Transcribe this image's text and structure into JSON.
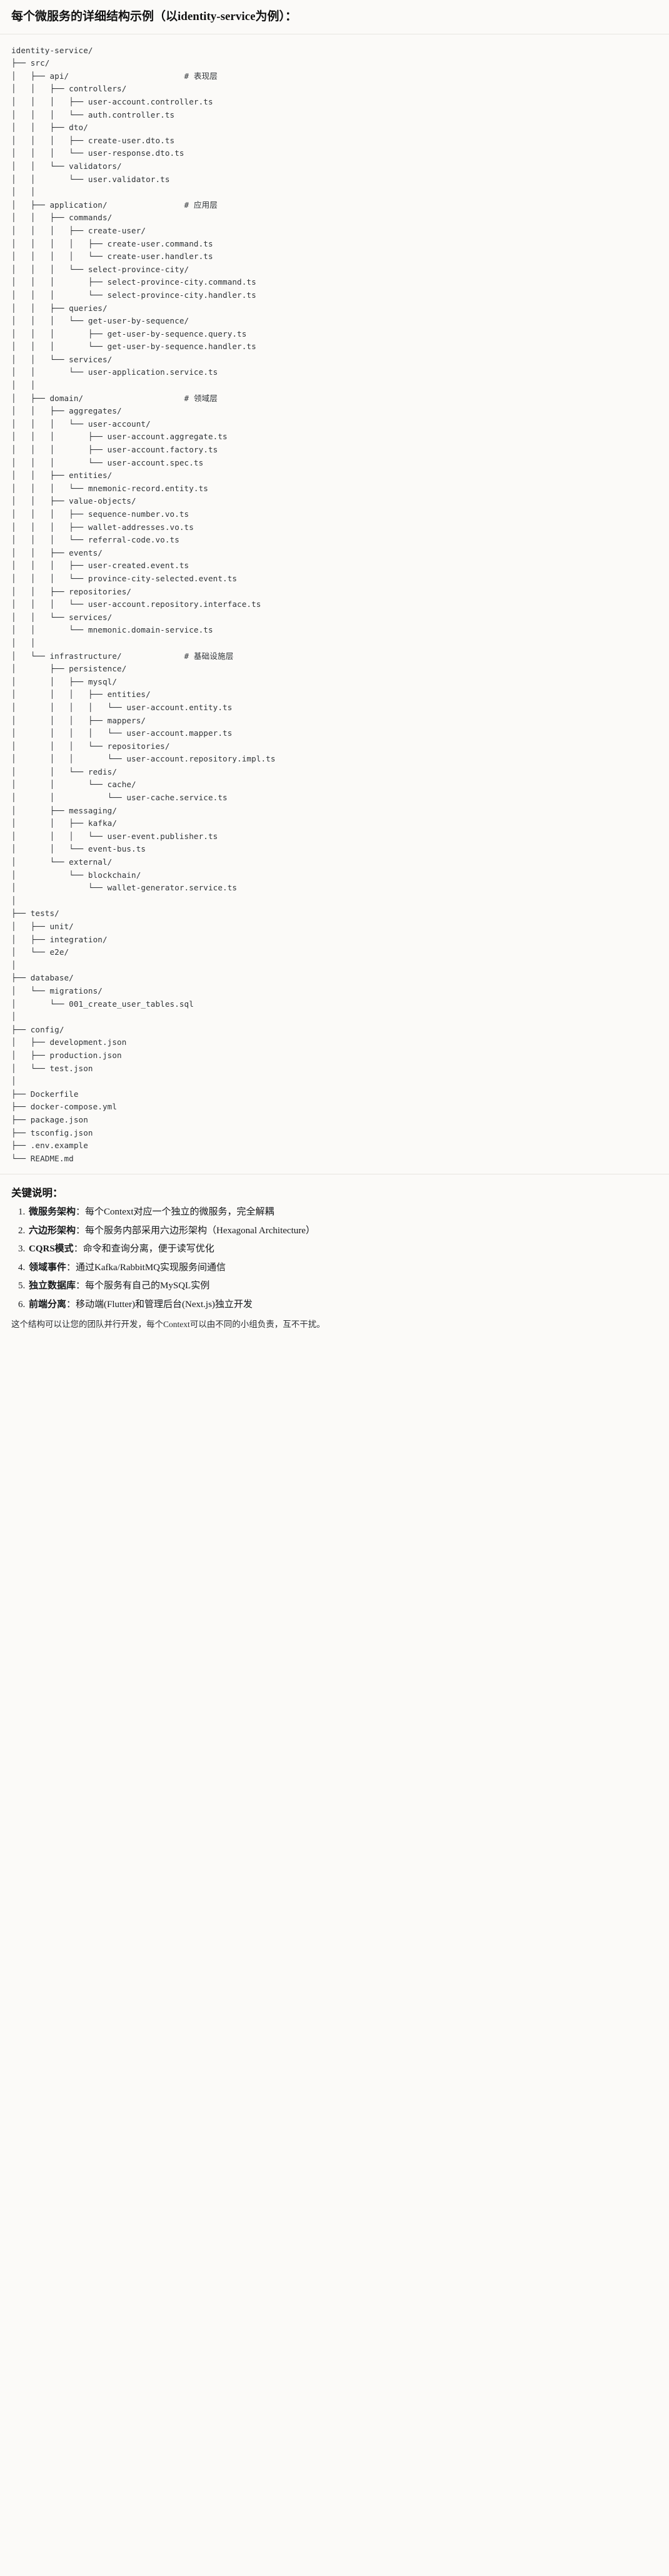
{
  "header": {
    "title": "每个微服务的详细结构示例（以identity-service为例）："
  },
  "tree": {
    "root_label": "identity-service/",
    "text": "identity-service/\n├── src/\n│   ├── api/                        # 表现层\n│   │   ├── controllers/\n│   │   │   ├── user-account.controller.ts\n│   │   │   └── auth.controller.ts\n│   │   ├── dto/\n│   │   │   ├── create-user.dto.ts\n│   │   │   └── user-response.dto.ts\n│   │   └── validators/\n│   │       └── user.validator.ts\n│   │\n│   ├── application/                # 应用层\n│   │   ├── commands/\n│   │   │   ├── create-user/\n│   │   │   │   ├── create-user.command.ts\n│   │   │   │   └── create-user.handler.ts\n│   │   │   └── select-province-city/\n│   │   │       ├── select-province-city.command.ts\n│   │   │       └── select-province-city.handler.ts\n│   │   ├── queries/\n│   │   │   └── get-user-by-sequence/\n│   │   │       ├── get-user-by-sequence.query.ts\n│   │   │       └── get-user-by-sequence.handler.ts\n│   │   └── services/\n│   │       └── user-application.service.ts\n│   │\n│   ├── domain/                     # 领域层\n│   │   ├── aggregates/\n│   │   │   └── user-account/\n│   │   │       ├── user-account.aggregate.ts\n│   │   │       ├── user-account.factory.ts\n│   │   │       └── user-account.spec.ts\n│   │   ├── entities/\n│   │   │   └── mnemonic-record.entity.ts\n│   │   ├── value-objects/\n│   │   │   ├── sequence-number.vo.ts\n│   │   │   ├── wallet-addresses.vo.ts\n│   │   │   └── referral-code.vo.ts\n│   │   ├── events/\n│   │   │   ├── user-created.event.ts\n│   │   │   └── province-city-selected.event.ts\n│   │   ├── repositories/\n│   │   │   └── user-account.repository.interface.ts\n│   │   └── services/\n│   │       └── mnemonic.domain-service.ts\n│   │\n│   └── infrastructure/             # 基础设施层\n│       ├── persistence/\n│       │   ├── mysql/\n│       │   │   ├── entities/\n│       │   │   │   └── user-account.entity.ts\n│       │   │   ├── mappers/\n│       │   │   │   └── user-account.mapper.ts\n│       │   │   └── repositories/\n│       │   │       └── user-account.repository.impl.ts\n│       │   └── redis/\n│       │       └── cache/\n│       │           └── user-cache.service.ts\n│       ├── messaging/\n│       │   ├── kafka/\n│       │   │   └── user-event.publisher.ts\n│       │   └── event-bus.ts\n│       └── external/\n│           └── blockchain/\n│               └── wallet-generator.service.ts\n│\n├── tests/\n│   ├── unit/\n│   ├── integration/\n│   └── e2e/\n│\n├── database/\n│   └── migrations/\n│       └── 001_create_user_tables.sql\n│\n├── config/\n│   ├── development.json\n│   ├── production.json\n│   └── test.json\n│\n├── Dockerfile\n├── docker-compose.yml\n├── package.json\n├── tsconfig.json\n├── .env.example\n└── README.md",
    "comments": [
      {
        "marker": "#",
        "label": "表现层"
      },
      {
        "marker": "#",
        "label": "应用层"
      },
      {
        "marker": "#",
        "label": "领域层"
      },
      {
        "marker": "#",
        "label": "基础设施层"
      }
    ]
  },
  "notes": {
    "heading": "关键说明：",
    "items": [
      {
        "term": "微服务架构",
        "sep": "：",
        "desc": "每个Context对应一个独立的微服务，完全解耦"
      },
      {
        "term": "六边形架构",
        "sep": "：",
        "desc": "每个服务内部采用六边形架构（Hexagonal Architecture）"
      },
      {
        "term": "CQRS模式",
        "sep": "：",
        "desc": "命令和查询分离，便于读写优化"
      },
      {
        "term": "领域事件",
        "sep": "：",
        "desc": "通过Kafka/RabbitMQ实现服务间通信"
      },
      {
        "term": "独立数据库",
        "sep": "：",
        "desc": "每个服务有自己的MySQL实例"
      },
      {
        "term": "前端分离",
        "sep": "：",
        "desc": "移动端(Flutter)和管理后台(Next.js)独立开发"
      }
    ],
    "closing": "这个结构可以让您的团队并行开发，每个Context可以由不同的小组负责，互不干扰。"
  }
}
